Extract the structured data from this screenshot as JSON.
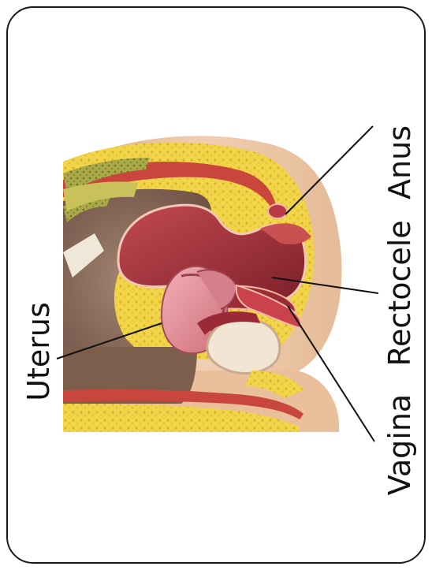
{
  "labels": {
    "anus": "Anus",
    "rectocele": "Rectocele",
    "uterus": "Uterus",
    "vagina": "Vagina"
  },
  "colors": {
    "frame": "#1a1a1a",
    "fat": "#f1d44a",
    "skin": "#efc9a8",
    "tissue_dark": "#8d6e5b",
    "rectum": "#a8343b",
    "uterus": "#e3939b",
    "bladder": "#e8dfcf"
  }
}
